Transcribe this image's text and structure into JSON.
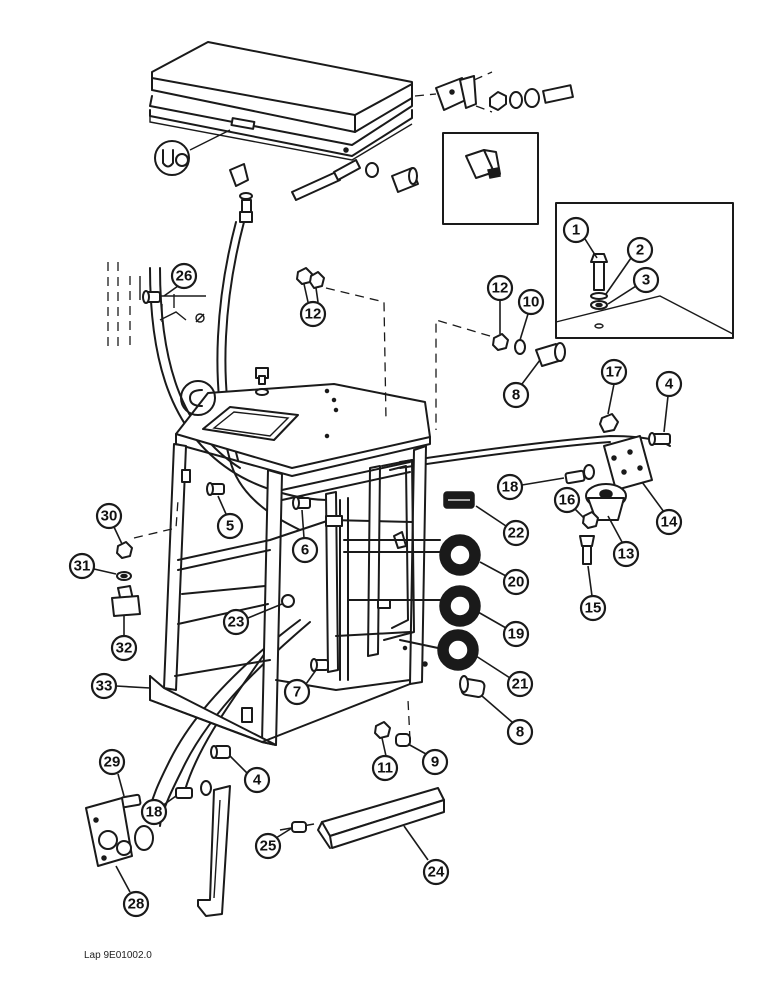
{
  "figure": {
    "reference_code": "Lap 9E01002.0",
    "callouts": [
      "1",
      "2",
      "3",
      "4",
      "4",
      "5",
      "6",
      "7",
      "8",
      "8",
      "9",
      "10",
      "11",
      "12",
      "12",
      "13",
      "14",
      "15",
      "16",
      "17",
      "18",
      "18",
      "19",
      "20",
      "21",
      "22",
      "23",
      "24",
      "25",
      "26",
      "28",
      "29",
      "30",
      "31",
      "32",
      "33"
    ]
  }
}
